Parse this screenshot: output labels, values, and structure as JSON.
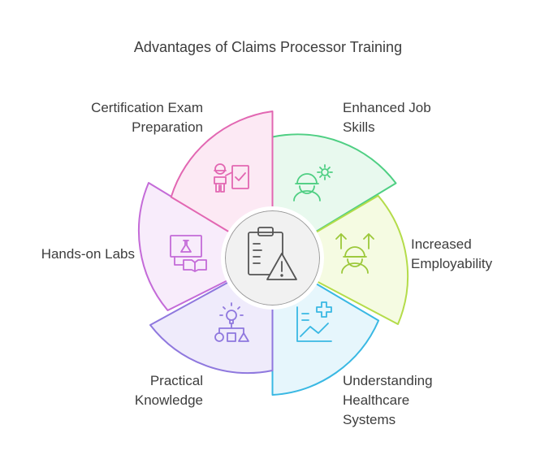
{
  "title": "Advantages of Claims Processor Training",
  "center": {
    "icon": "clipboard-warning-icon"
  },
  "segments": [
    {
      "id": "enhanced-job-skills",
      "label_lines": [
        "Enhanced Job",
        "Skills"
      ],
      "icon": "worker-gear-icon",
      "color": "#4fcf83",
      "fill": "#e8f9ee"
    },
    {
      "id": "increased-employability",
      "label_lines": [
        "Increased",
        "Employability"
      ],
      "icon": "worker-arrows-up-icon",
      "color": "#b4dc4a",
      "fill": "#f5fbe2"
    },
    {
      "id": "understanding-healthcare-systems",
      "label_lines": [
        "Understanding",
        "Healthcare",
        "Systems"
      ],
      "icon": "chart-medical-cross-icon",
      "color": "#39b8e3",
      "fill": "#e6f6fc"
    },
    {
      "id": "practical-knowledge",
      "label_lines": [
        "Practical",
        "Knowledge"
      ],
      "icon": "idea-shapes-icon",
      "color": "#8f78de",
      "fill": "#efebfb"
    },
    {
      "id": "hands-on-labs",
      "label_lines": [
        "Hands-on Labs"
      ],
      "icon": "screen-flask-book-icon",
      "color": "#c46bd8",
      "fill": "#f8ecfb"
    },
    {
      "id": "certification-exam-preparation",
      "label_lines": [
        "Certification Exam",
        "Preparation"
      ],
      "icon": "person-checkboard-icon",
      "color": "#e267b2",
      "fill": "#fce9f4"
    }
  ]
}
